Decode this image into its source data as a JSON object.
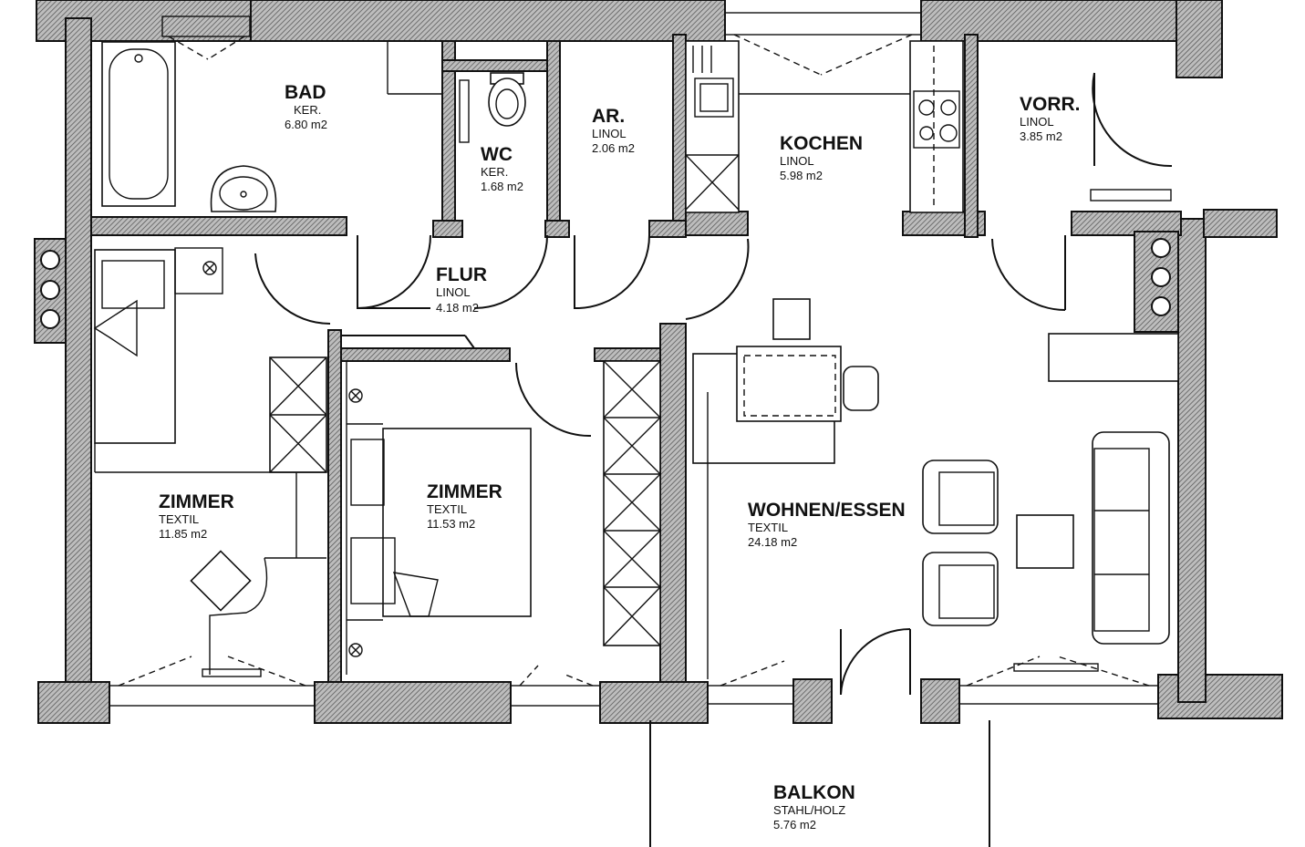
{
  "rooms": {
    "bad": {
      "name": "BAD",
      "floor": "KER.",
      "area": "6.80 m2"
    },
    "wc": {
      "name": "WC",
      "floor": "KER.",
      "area": "1.68 m2"
    },
    "ar": {
      "name": "AR.",
      "floor": "LINOL",
      "area": "2.06 m2"
    },
    "kochen": {
      "name": "KOCHEN",
      "floor": "LINOL",
      "area": "5.98 m2"
    },
    "vorr": {
      "name": "VORR.",
      "floor": "LINOL",
      "area": "3.85 m2"
    },
    "flur": {
      "name": "FLUR",
      "floor": "LINOL",
      "area": "4.18 m2"
    },
    "zimmer1": {
      "name": "ZIMMER",
      "floor": "TEXTIL",
      "area": "11.85 m2"
    },
    "zimmer2": {
      "name": "ZIMMER",
      "floor": "TEXTIL",
      "area": "11.53 m2"
    },
    "wohnen": {
      "name": "WOHNEN/ESSEN",
      "floor": "TEXTIL",
      "area": "24.18 m2"
    },
    "balkon": {
      "name": "BALKON",
      "floor": "STAHL/HOLZ",
      "area": "5.76 m2"
    }
  }
}
